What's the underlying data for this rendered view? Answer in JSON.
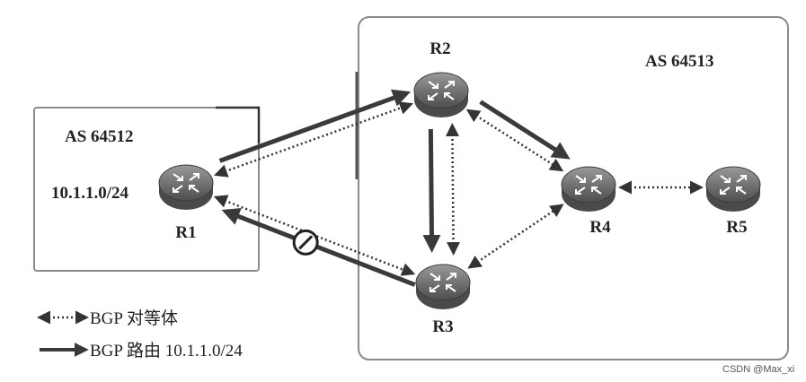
{
  "as_regions": [
    {
      "id": "as1",
      "label": "AS 64512"
    },
    {
      "id": "as2",
      "label": "AS 64513"
    }
  ],
  "prefix_label": "10.1.1.0/24",
  "routers": [
    {
      "id": "R1",
      "label": "R1"
    },
    {
      "id": "R2",
      "label": "R2"
    },
    {
      "id": "R3",
      "label": "R3"
    },
    {
      "id": "R4",
      "label": "R4"
    },
    {
      "id": "R5",
      "label": "R5"
    }
  ],
  "peer_links": [
    {
      "from": "R1",
      "to": "R2"
    },
    {
      "from": "R1",
      "to": "R3"
    },
    {
      "from": "R2",
      "to": "R3"
    },
    {
      "from": "R2",
      "to": "R4"
    },
    {
      "from": "R3",
      "to": "R4"
    },
    {
      "from": "R4",
      "to": "R5"
    }
  ],
  "route_flows": [
    {
      "from": "R1",
      "to": "R2",
      "blocked": false
    },
    {
      "from": "R2",
      "to": "R3",
      "blocked": false
    },
    {
      "from": "R2",
      "to": "R4",
      "blocked": false
    },
    {
      "from": "R3",
      "to": "R1",
      "blocked": true
    }
  ],
  "legend": {
    "peer": "BGP 对等体",
    "route": "BGP 路由 10.1.1.0/24"
  },
  "watermark": "CSDN @Max_xi",
  "colors": {
    "router_body": "#6f6f6f",
    "route_arrow": "#3a3a3a",
    "peer_line": "#333333",
    "as_box": "#8a8a8a"
  }
}
